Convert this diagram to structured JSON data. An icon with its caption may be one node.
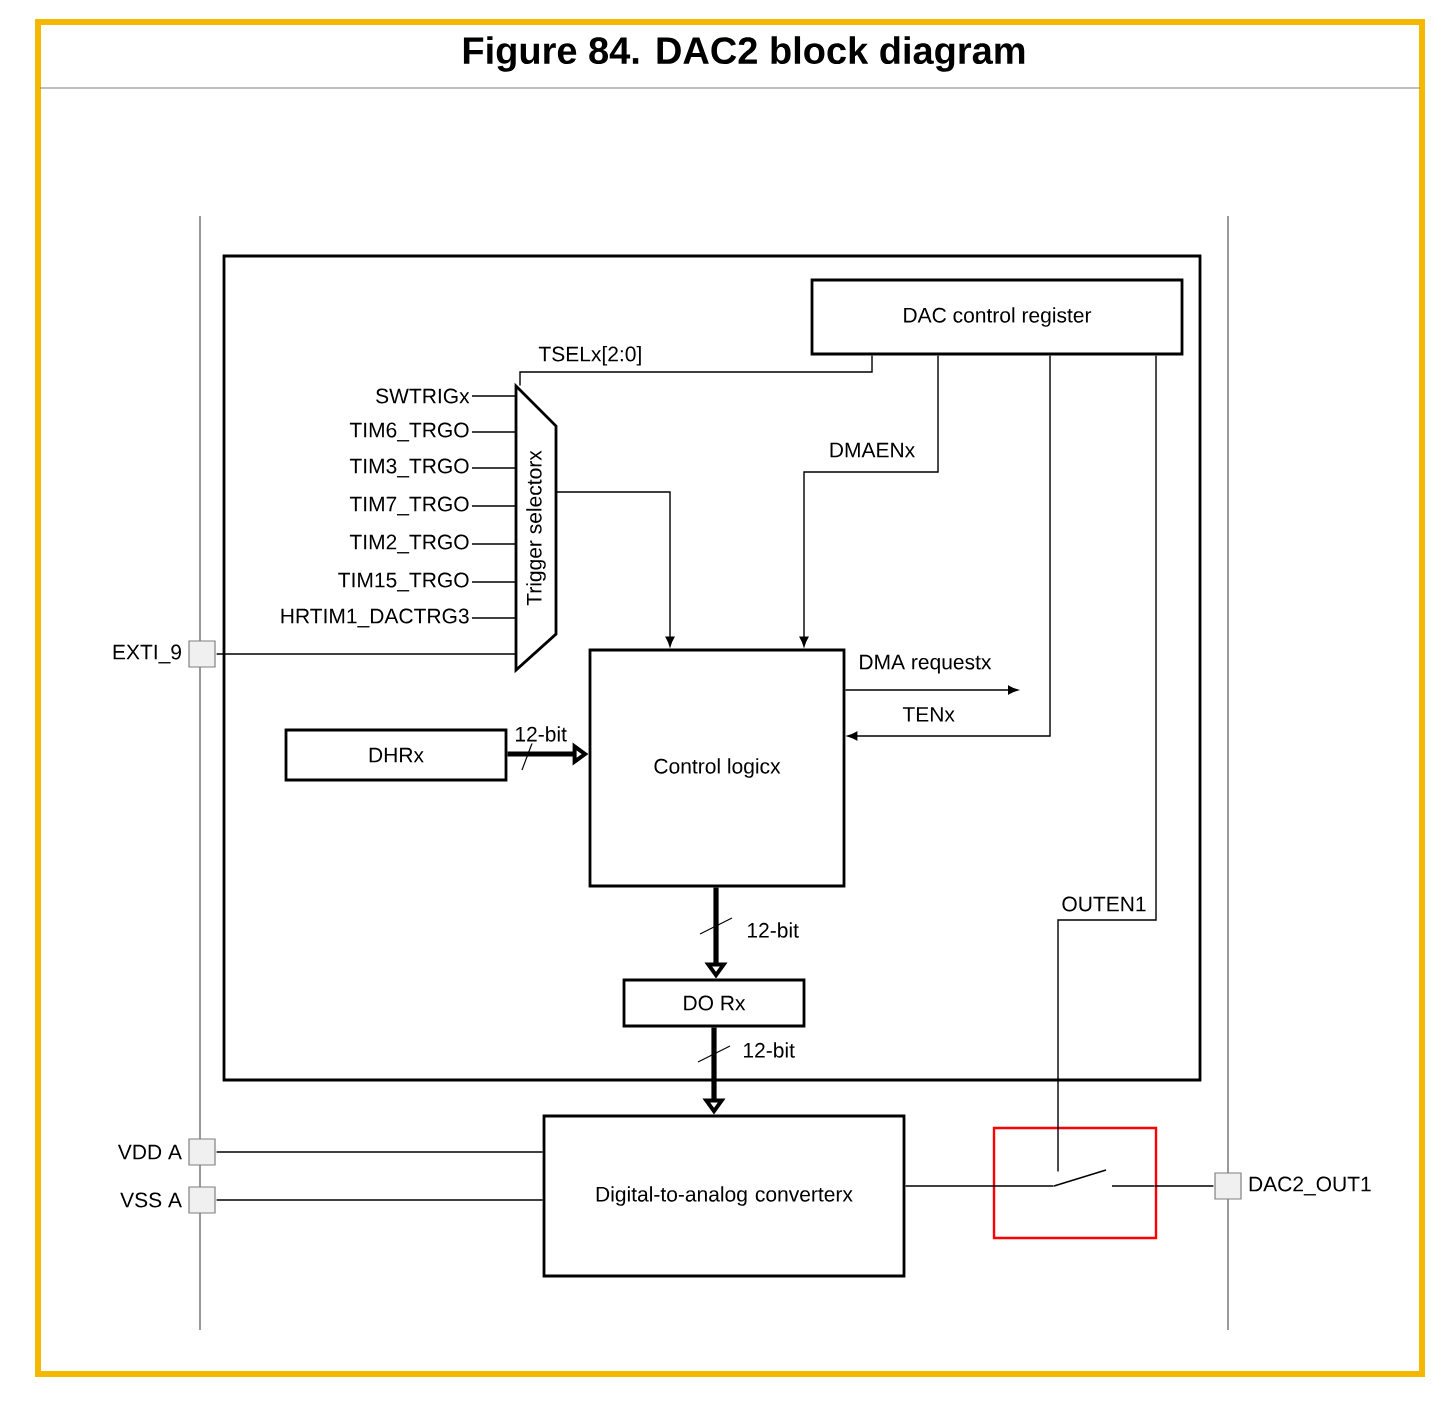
{
  "diagram": {
    "title": "Figure 84. DAC2 block diagram",
    "nodes": [
      {
        "text": [],
        "shape": "box"
      },
      {
        "text": [
          "DAC control register"
        ],
        "in": 0
      },
      {
        "text": [
          "Trigger selectorx"
        ],
        "in": 0
      },
      {
        "text": [
          "Control logicx"
        ],
        "in": 0
      },
      {
        "text": [
          "DHRx"
        ],
        "in": 0
      },
      {
        "text": [
          "DO Rx"
        ],
        "in": 0
      },
      {
        "text": [
          "Digital-to-analog converterx"
        ]
      },
      {
        "text": [
          "EXTI_9"
        ]
      },
      {
        "text": [
          "VDD A"
        ]
      },
      {
        "text": [
          "VSS A"
        ]
      },
      {
        "text": [
          "DAC2_OUT1"
        ]
      },
      {
        "text": [],
        "shape": "switch"
      },
      {
        "text": [
          "SWTRIGx"
        ],
        "in": 0
      },
      {
        "text": [
          "TIM6_TRGO"
        ],
        "in": 0
      },
      {
        "text": [
          "TIM3_TRGO"
        ],
        "in": 0
      },
      {
        "text": [
          "TIM7_TRGO"
        ],
        "in": 0
      },
      {
        "text": [
          "TIM2_TRGO"
        ],
        "in": 0
      },
      {
        "text": [
          "TIM15_TRGO"
        ],
        "in": 0
      },
      {
        "text": [
          "HRTIM1_DACTRG3"
        ],
        "in": 0
      }
    ],
    "edges": [
      {
        "from": 1,
        "to": 2,
        "arrow": "none",
        "label": "TSELx[2:0]"
      },
      {
        "from": 2,
        "to": 3,
        "arrow": "to"
      },
      {
        "from": 1,
        "to": 3,
        "arrow": "to",
        "label": "DMAENx"
      },
      {
        "from": 3,
        "to": null,
        "arrow": "to",
        "label": "DMA requestx"
      },
      {
        "from": 1,
        "to": 3,
        "arrow": "to",
        "label": "TENx"
      },
      {
        "from": 1,
        "to": 11,
        "arrow": "none",
        "label": "OUTEN1"
      },
      {
        "from": 4,
        "to": 3,
        "arrow": "to",
        "label": "12-bit",
        "style": "thick"
      },
      {
        "from": 3,
        "to": 5,
        "arrow": "to",
        "label": "12-bit",
        "style": "thick"
      },
      {
        "from": 5,
        "to": 6,
        "arrow": "to",
        "label": "12-bit",
        "style": "thick"
      },
      {
        "from": 7,
        "to": 2,
        "arrow": "none"
      },
      {
        "from": 8,
        "to": 6,
        "arrow": "none"
      },
      {
        "from": 9,
        "to": 6,
        "arrow": "none"
      },
      {
        "from": 6,
        "to": 11,
        "arrow": "none"
      },
      {
        "from": 11,
        "to": 10,
        "arrow": "none"
      },
      {
        "from": 12,
        "to": 2,
        "arrow": "none"
      },
      {
        "from": 13,
        "to": 2,
        "arrow": "none"
      },
      {
        "from": 14,
        "to": 2,
        "arrow": "none"
      },
      {
        "from": 15,
        "to": 2,
        "arrow": "none"
      },
      {
        "from": 16,
        "to": 2,
        "arrow": "none"
      },
      {
        "from": 17,
        "to": 2,
        "arrow": "none"
      },
      {
        "from": 18,
        "to": 2,
        "arrow": "none"
      }
    ]
  }
}
